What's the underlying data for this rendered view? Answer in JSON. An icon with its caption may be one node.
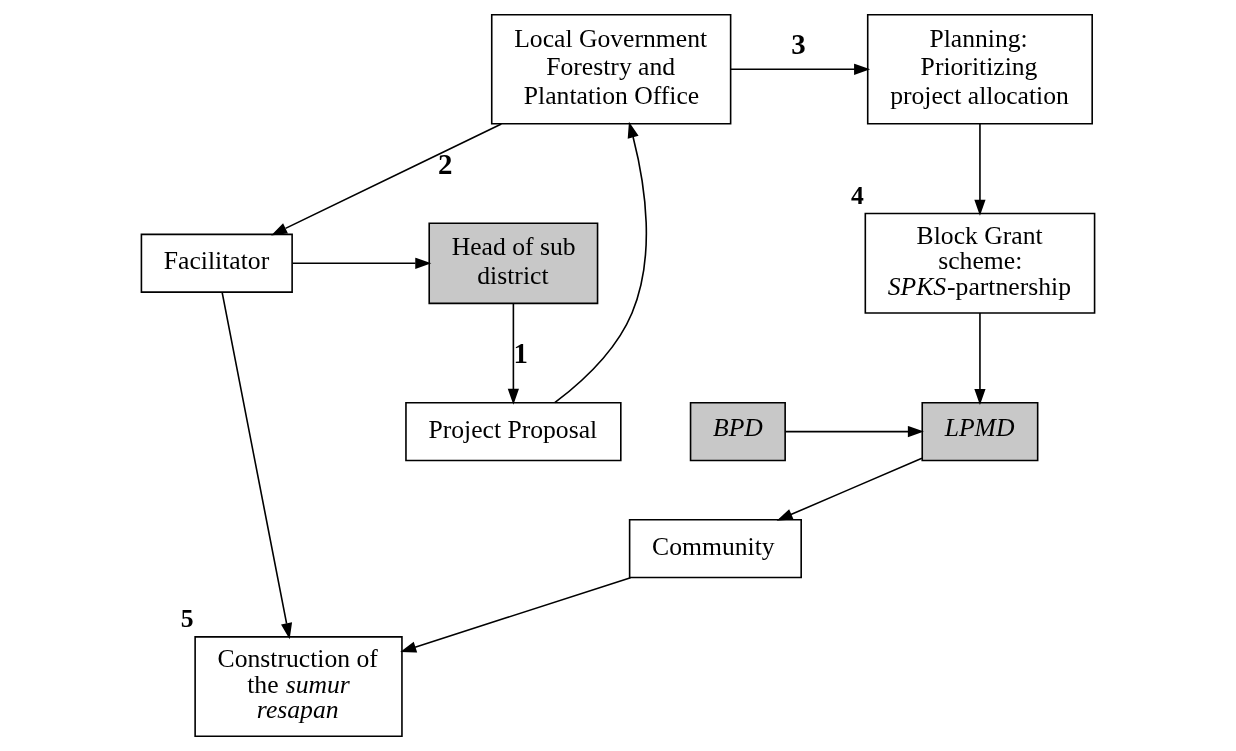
{
  "diagram": {
    "nodes": [
      {
        "text": [
          "Local Government Forestry and Plantation Office"
        ]
      },
      {
        "text": [
          "Planning: Prioritizing project allocation"
        ]
      },
      {
        "text": [
          "Project Proposal"
        ]
      },
      {
        "text": [
          "Block Grant scheme: *SPKS*-partnership"
        ],
        "beside": [
          "4"
        ]
      },
      {
        "text": [
          "Facilitator"
        ]
      },
      {
        "text": [
          "Head of sub district"
        ]
      },
      {
        "text": [
          "LPMD"
        ]
      },
      {
        "text": [
          "BPD"
        ]
      },
      {
        "text": [
          "Community"
        ]
      },
      {
        "text": [
          "Construction of the *sumur resapan*"
        ],
        "beside": [
          "5"
        ]
      }
    ],
    "edges": [
      {
        "from": 5,
        "to": 2,
        "arrow": "to",
        "label": "1"
      },
      {
        "from": 2,
        "to": 0,
        "arrow": "to"
      },
      {
        "from": 0,
        "to": 4,
        "arrow": "to",
        "label": "2"
      },
      {
        "from": 0,
        "to": 1,
        "arrow": "to",
        "label": "3"
      },
      {
        "from": 1,
        "to": 3,
        "arrow": "to"
      },
      {
        "from": 3,
        "to": 6,
        "arrow": "to"
      },
      {
        "from": 7,
        "to": 6,
        "arrow": "to"
      },
      {
        "from": 6,
        "to": 8,
        "arrow": "to"
      },
      {
        "from": 8,
        "to": 9,
        "arrow": "to"
      },
      {
        "from": 4,
        "to": 5,
        "arrow": "to"
      },
      {
        "from": 4,
        "to": 9,
        "arrow": "to"
      }
    ]
  }
}
